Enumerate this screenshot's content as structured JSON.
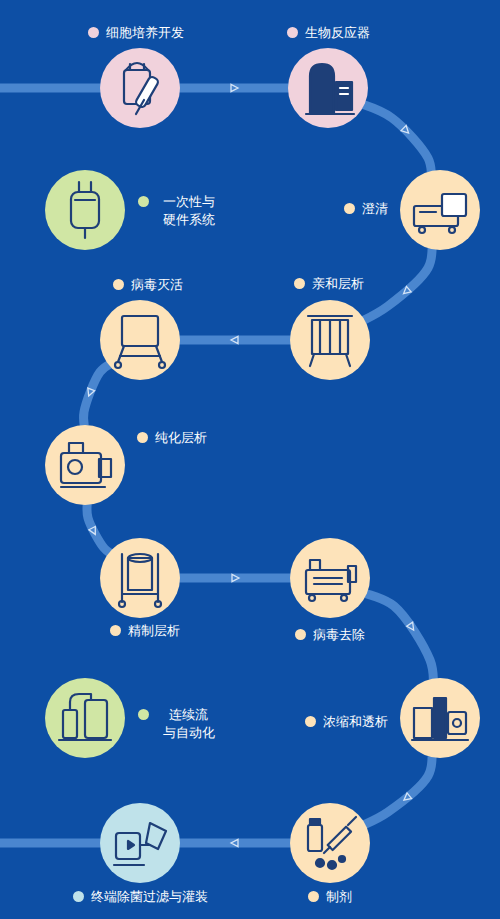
{
  "diagram": {
    "nodes": [
      {
        "text": [
          "细胞培养开发"
        ]
      },
      {
        "text": [
          "生物反应器"
        ]
      },
      {
        "text": [
          "一次性与 硬件系统"
        ]
      },
      {
        "text": [
          "澄清"
        ]
      },
      {
        "text": [
          "亲和层析"
        ]
      },
      {
        "text": [
          "病毒灭活"
        ]
      },
      {
        "text": [
          "纯化层析"
        ]
      },
      {
        "text": [
          "精制层析"
        ]
      },
      {
        "text": [
          "病毒去除"
        ]
      },
      {
        "text": [
          "连续流 与自动化"
        ]
      },
      {
        "text": [
          "浓缩和透析"
        ]
      },
      {
        "text": [
          "制剂"
        ]
      },
      {
        "text": [
          "终端除菌过滤与灌装"
        ]
      }
    ],
    "edges": [
      {
        "from": 0,
        "to": 1,
        "arrow": "to"
      },
      {
        "from": 1,
        "to": 3,
        "arrow": "to"
      },
      {
        "from": 3,
        "to": 4,
        "arrow": "to"
      },
      {
        "from": 4,
        "to": 5,
        "arrow": "to"
      },
      {
        "from": 5,
        "to": 6,
        "arrow": "to"
      },
      {
        "from": 6,
        "to": 7,
        "arrow": "to"
      },
      {
        "from": 7,
        "to": 8,
        "arrow": "to"
      },
      {
        "from": 8,
        "to": 10,
        "arrow": "to"
      },
      {
        "from": 10,
        "to": 11,
        "arrow": "to"
      },
      {
        "from": 11,
        "to": 12,
        "arrow": "to"
      }
    ]
  }
}
